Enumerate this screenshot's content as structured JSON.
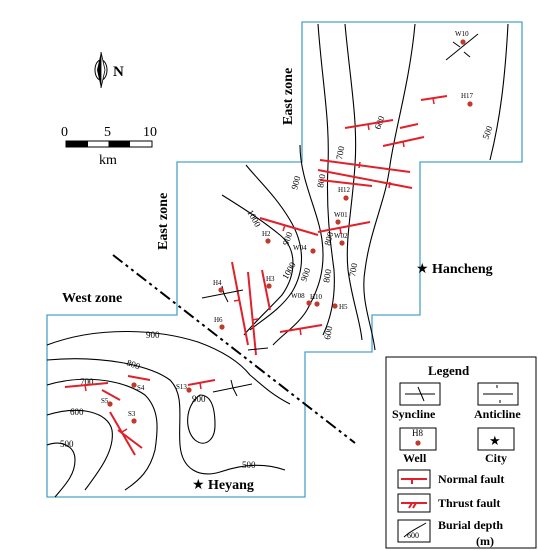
{
  "north": {
    "label": "N"
  },
  "scale": {
    "ticks": [
      "0",
      "5",
      "10"
    ],
    "unit": "km"
  },
  "zones": {
    "east_upper": "East zone",
    "east_mid": "East zone",
    "west": "West zone"
  },
  "cities": [
    {
      "name": "Hancheng"
    },
    {
      "name": "Heyang"
    }
  ],
  "wells": [
    "W10",
    "H17",
    "H12",
    "W01",
    "W02",
    "H2",
    "W04",
    "H4",
    "H3",
    "W08",
    "H10",
    "H5",
    "H6",
    "S4",
    "S13",
    "S5",
    "S3"
  ],
  "depth_labels": [
    "500",
    "600",
    "700",
    "800",
    "900",
    "1000",
    "800",
    "900",
    "1000",
    "900",
    "800",
    "700",
    "600",
    "900",
    "800",
    "700",
    "600",
    "500",
    "900",
    "500"
  ],
  "legend": {
    "title": "Legend",
    "syncline": "Syncline",
    "anticline": "Anticline",
    "well_sample": "H8",
    "well": "Well",
    "city": "City",
    "normal_fault": "Normal fault",
    "thrust_fault": "Thrust fault",
    "burial_sample": "600",
    "burial_depth": "Burial depth",
    "burial_unit": "(m)"
  },
  "colors": {
    "boundary": "#4aa3c8",
    "fault": "#e0202a",
    "well": "#c0392b",
    "line": "#000000"
  }
}
